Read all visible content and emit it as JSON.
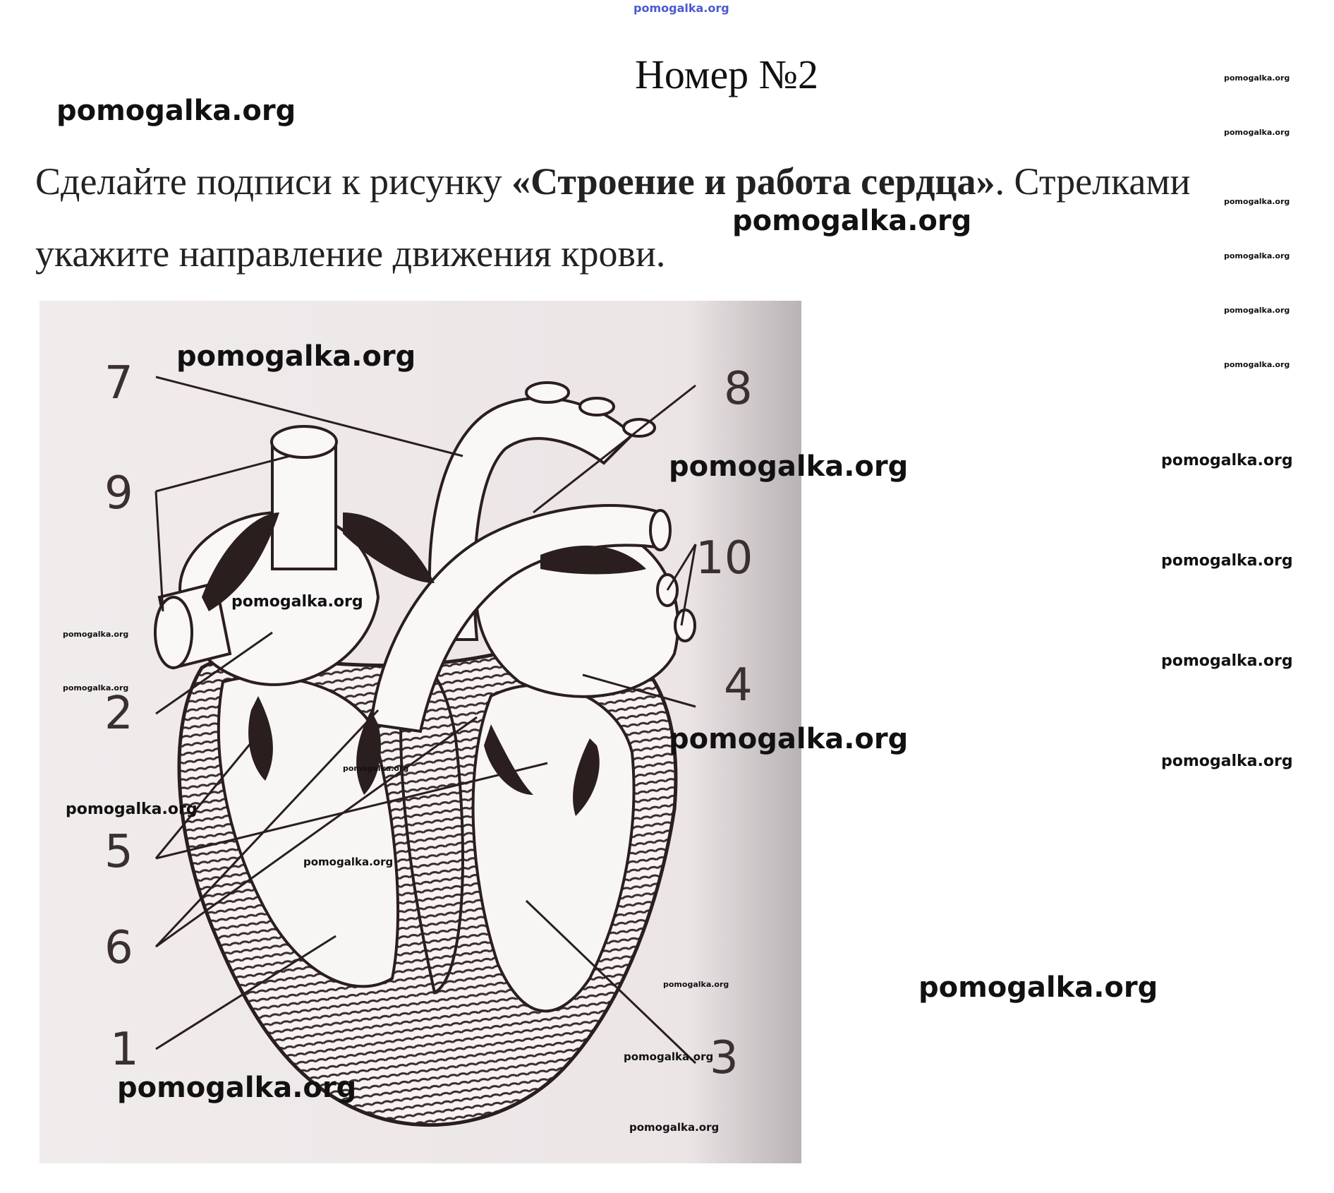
{
  "watermark_top": "pomogalka.org",
  "title": "Номер №2",
  "task": {
    "part1": "Сделайте подписи к рисунку ",
    "bold": "«Строение и работа сердца»",
    "part2": ". Стрелками",
    "line2": "укажите направление движения крови."
  },
  "figure": {
    "labels": [
      "7",
      "8",
      "9",
      "10",
      "2",
      "4",
      "5",
      "6",
      "1",
      "3"
    ]
  },
  "watermark": "pomogalka.org"
}
